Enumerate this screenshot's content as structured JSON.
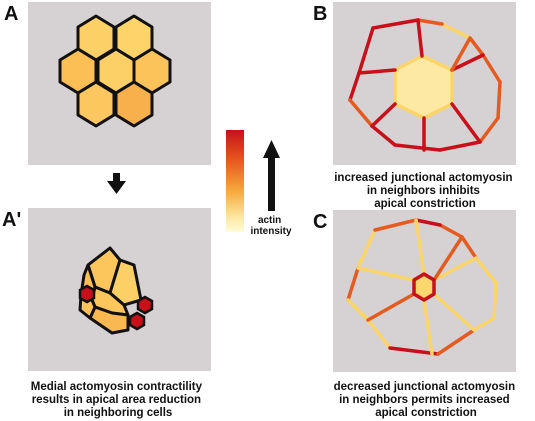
{
  "panels": {
    "a_label": "A",
    "a_prime_label": "A'",
    "b_label": "B",
    "c_label": "C"
  },
  "captions": {
    "a_prime": [
      "Medial actomyosin contractility",
      "results in apical area reduction",
      "in neighboring cells"
    ],
    "b": [
      "increased junctional actomyosin",
      "in neighbors inhibits",
      "apical constriction"
    ],
    "c": [
      "decreased junctional actomyosin",
      "in neighbors permits increased",
      "apical constriction"
    ]
  },
  "legend": {
    "label_line1": "actin",
    "label_line2": "intensity",
    "gradient_colors": [
      "#c8101a",
      "#e55a1f",
      "#f6a93e",
      "#fde7a0",
      "#fffcd8"
    ]
  },
  "colors": {
    "panel_bg": "#d6d2d3",
    "cell_fill_light": "#fdcf66",
    "cell_fill_mid": "#fbb44e",
    "outline": "#111111",
    "junction_high": "#c8101a",
    "junction_mid": "#e55a1f",
    "junction_low": "#fbd56a"
  }
}
